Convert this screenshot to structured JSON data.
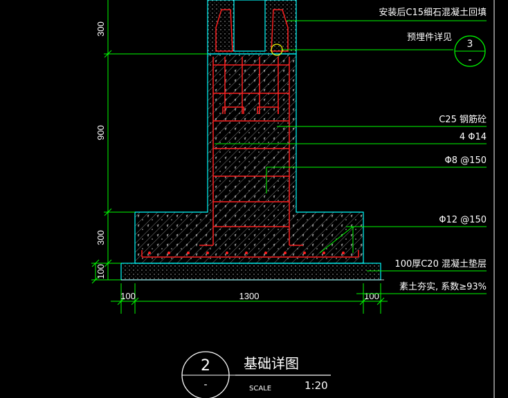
{
  "drawing": {
    "dims_left": [
      "300",
      "900",
      "300",
      "100"
    ],
    "dims_bottom": [
      "100",
      "1300",
      "100"
    ],
    "callouts": [
      "安装后C15细石混凝土回填",
      "预埋件详见",
      "C25 钢筋砼",
      "4 Φ14",
      "Φ8 @150",
      "Φ12 @150",
      "100厚C20 混凝土垫层",
      "素土夯实, 系数≥93%"
    ],
    "ref_bubble": {
      "top": "3",
      "bottom": "-"
    }
  },
  "title_block": {
    "number": "2",
    "sub": "-",
    "title": "基础详图",
    "scale_label": "SCALE",
    "scale_value": "1:20"
  },
  "colors": {
    "outline": "#00ffff",
    "rebar": "#ff2020",
    "dimension": "#00ff00",
    "hatch": "#ffffff",
    "leader": "#00ff00",
    "bubble": "#00ff00"
  }
}
